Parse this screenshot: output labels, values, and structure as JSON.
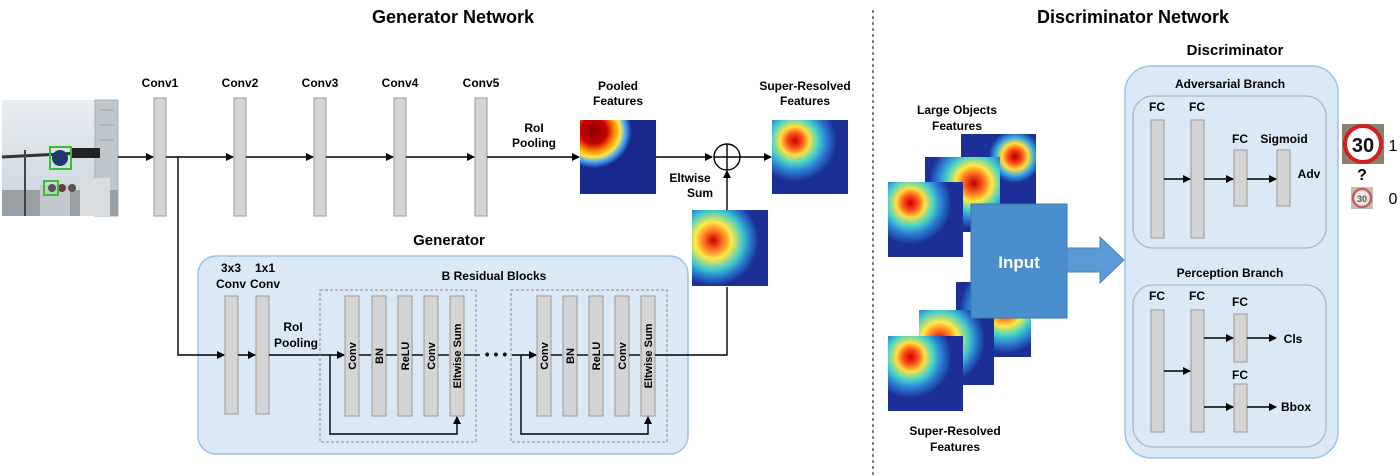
{
  "titles": {
    "generator_network": "Generator Network",
    "discriminator_network": "Discriminator Network"
  },
  "generator_network": {
    "conv_layers": [
      "Conv1",
      "Conv2",
      "Conv3",
      "Conv4",
      "Conv5"
    ],
    "roi_pooling": [
      "RoI",
      "Pooling"
    ],
    "pooled_features": [
      "Pooled",
      "Features"
    ],
    "super_resolved_features": [
      "Super-Resolved",
      "Features"
    ],
    "eltwise_sum": [
      "Eltwise",
      "Sum"
    ]
  },
  "generator": {
    "title": "Generator",
    "conv3x3": [
      "3x3",
      "Conv"
    ],
    "conv1x1": [
      "1x1",
      "Conv"
    ],
    "roi_pooling": [
      "RoI",
      "Pooling"
    ],
    "residual_title": "B Residual Blocks",
    "block_layers": [
      "Conv",
      "BN",
      "ReLU",
      "Conv",
      "Eltwise Sum"
    ],
    "ellipsis": "• • •"
  },
  "discriminator_network": {
    "large_objects_features": [
      "Large Objects",
      "Features"
    ],
    "super_resolved_features": [
      "Super-Resolved",
      "Features"
    ],
    "input_label": "Input",
    "discriminator_title": "Discriminator",
    "adversarial_branch": {
      "title": "Adversarial Branch",
      "fc": "FC",
      "sigmoid": "Sigmoid",
      "adv": "Adv"
    },
    "perception_branch": {
      "title": "Perception Branch",
      "fc": "FC",
      "cls": "Cls",
      "bbox": "Bbox"
    },
    "output_real": "1",
    "output_question": "?",
    "output_fake": "0",
    "sign_text": "30"
  },
  "colors": {
    "panel_fill": "#dbe9f6",
    "panel_stroke": "#9fc2e2",
    "input_box": "#4a8fcc",
    "arrow_fill": "#5b9bd5",
    "bar_fill": "#d4d4d4",
    "heat_dark": "#1a2a8c",
    "sign_red": "#d22020"
  }
}
